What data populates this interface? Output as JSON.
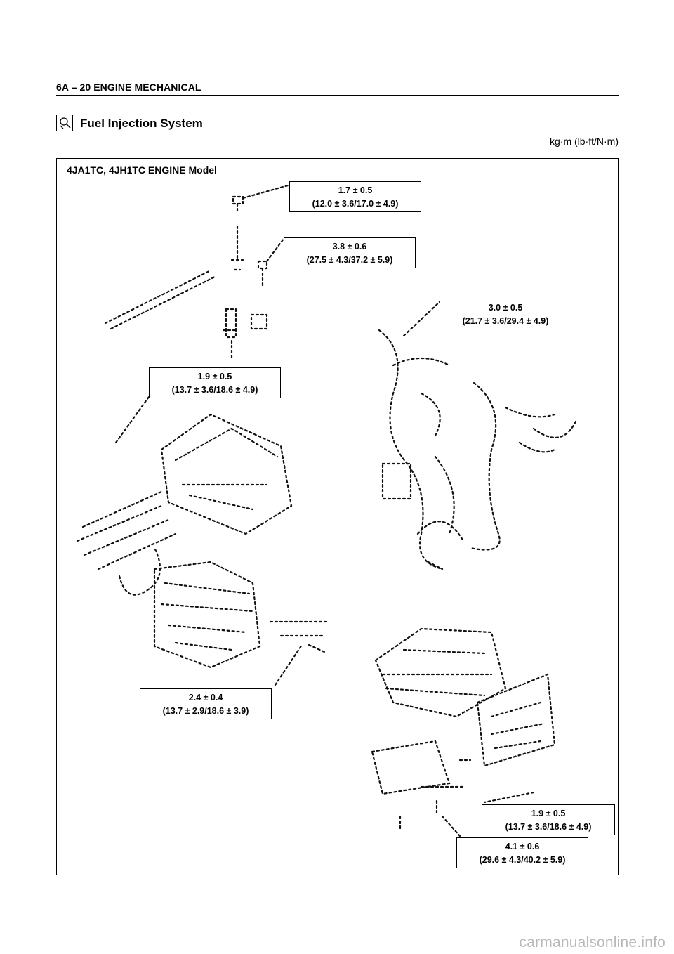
{
  "header": {
    "title": "6A – 20  ENGINE MECHANICAL"
  },
  "section": {
    "icon": "magnifier-icon",
    "title": "Fuel Injection System"
  },
  "units": "kg·m (lb·ft/N·m)",
  "diagram": {
    "model_label": "4JA1TC, 4JH1TC ENGINE Model",
    "torque_specs": [
      {
        "value": "1.7 ± 0.5",
        "detail": "(12.0 ± 3.6/17.0 ± 4.9)"
      },
      {
        "value": "3.8 ± 0.6",
        "detail": "(27.5 ± 4.3/37.2 ± 5.9)"
      },
      {
        "value": "3.0 ± 0.5",
        "detail": "(21.7 ± 3.6/29.4 ± 4.9)"
      },
      {
        "value": "1.9 ± 0.5",
        "detail": "(13.7 ± 3.6/18.6 ± 4.9)"
      },
      {
        "value": "2.4 ± 0.4",
        "detail": "(13.7 ± 2.9/18.6 ± 3.9)"
      },
      {
        "value": "1.9 ± 0.5",
        "detail": "(13.7 ± 3.6/18.6 ± 4.9)"
      },
      {
        "value": "4.1 ± 0.6",
        "detail": "(29.6 ± 4.3/40.2 ± 5.9)"
      }
    ]
  },
  "footer": {
    "watermark": "carmanualsonline.info"
  }
}
